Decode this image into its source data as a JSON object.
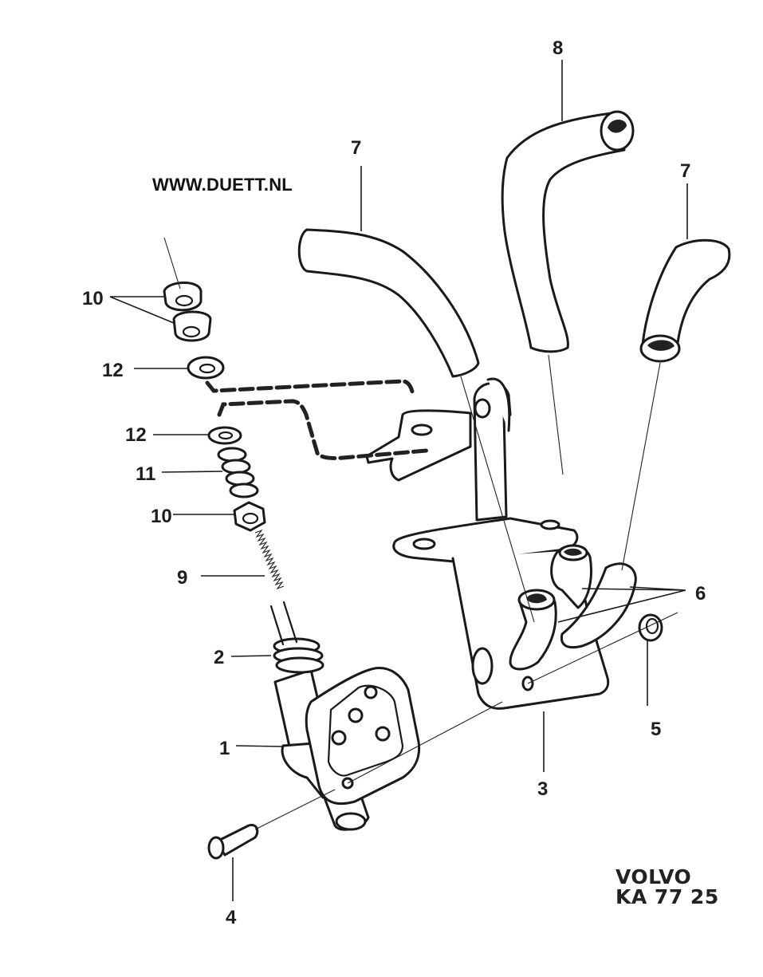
{
  "website": "WWW.DUETT.NL",
  "reference": {
    "brand": "VOLVO",
    "code": "KA 77 25"
  },
  "callouts": [
    {
      "id": "c1",
      "text": "1"
    },
    {
      "id": "c2",
      "text": "2"
    },
    {
      "id": "c3",
      "text": "3"
    },
    {
      "id": "c4",
      "text": "4"
    },
    {
      "id": "c5",
      "text": "5"
    },
    {
      "id": "c6",
      "text": "6"
    },
    {
      "id": "c7a",
      "text": "7"
    },
    {
      "id": "c7b",
      "text": "7"
    },
    {
      "id": "c8",
      "text": "8"
    },
    {
      "id": "c9",
      "text": "9"
    },
    {
      "id": "c10a",
      "text": "10"
    },
    {
      "id": "c10b",
      "text": "10"
    },
    {
      "id": "c11",
      "text": "11"
    },
    {
      "id": "c12a",
      "text": "12"
    },
    {
      "id": "c12b",
      "text": "12"
    }
  ],
  "colors": {
    "ink": "#1a1a1a",
    "paper": "#ffffff"
  }
}
